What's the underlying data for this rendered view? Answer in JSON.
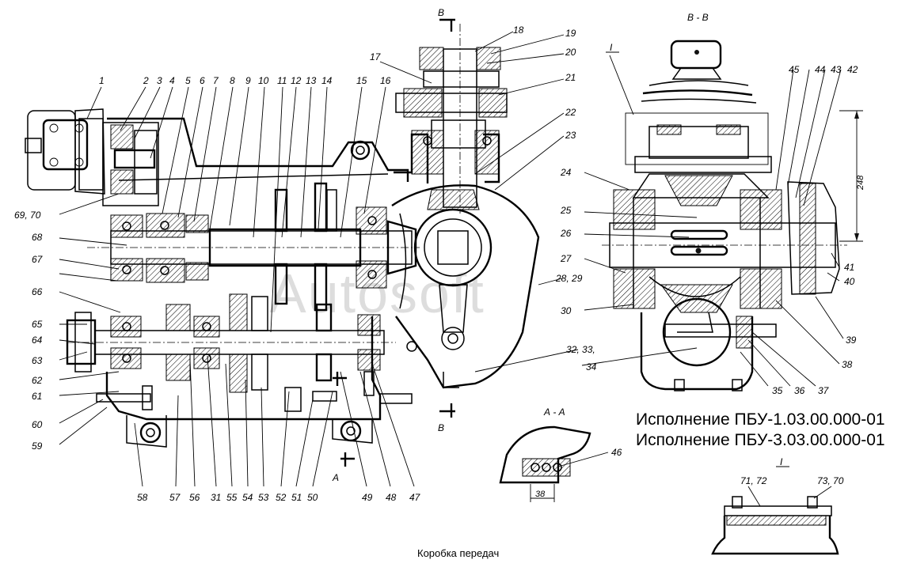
{
  "title": "Коробка передач",
  "section_labels": {
    "bb_top": "В",
    "bb_bottom": "В",
    "bb_view": "В - В",
    "aa_top": "А",
    "aa_view": "А - А",
    "detail_top": "I",
    "detail_view": "I"
  },
  "variants": [
    "Исполнение ПБУ-1.03.00.000-01",
    "Исполнение ПБУ-3.03.00.000-01"
  ],
  "dimensions": {
    "height_248": "248",
    "width_38": "38"
  },
  "watermark": "Autosoft",
  "callouts_main": [
    "1",
    "2",
    "3",
    "4",
    "5",
    "6",
    "7",
    "8",
    "9",
    "10",
    "11",
    "12",
    "13",
    "14",
    "15",
    "16",
    "17",
    "18",
    "19",
    "20",
    "21",
    "22",
    "23",
    "28, 29",
    "32, 33,",
    "34",
    "47",
    "48",
    "49",
    "50",
    "51",
    "52",
    "53",
    "54",
    "55",
    "31",
    "56",
    "57",
    "58",
    "59",
    "60",
    "61",
    "62",
    "63",
    "64",
    "65",
    "66",
    "67",
    "68",
    "69, 70"
  ],
  "callouts_section": [
    "24",
    "25",
    "26",
    "27",
    "30",
    "35",
    "36",
    "37",
    "38",
    "39",
    "40",
    "41",
    "42",
    "43",
    "44",
    "45"
  ],
  "callouts_aa": [
    "46"
  ],
  "callouts_detail": [
    "71, 72",
    "73, 70"
  ]
}
